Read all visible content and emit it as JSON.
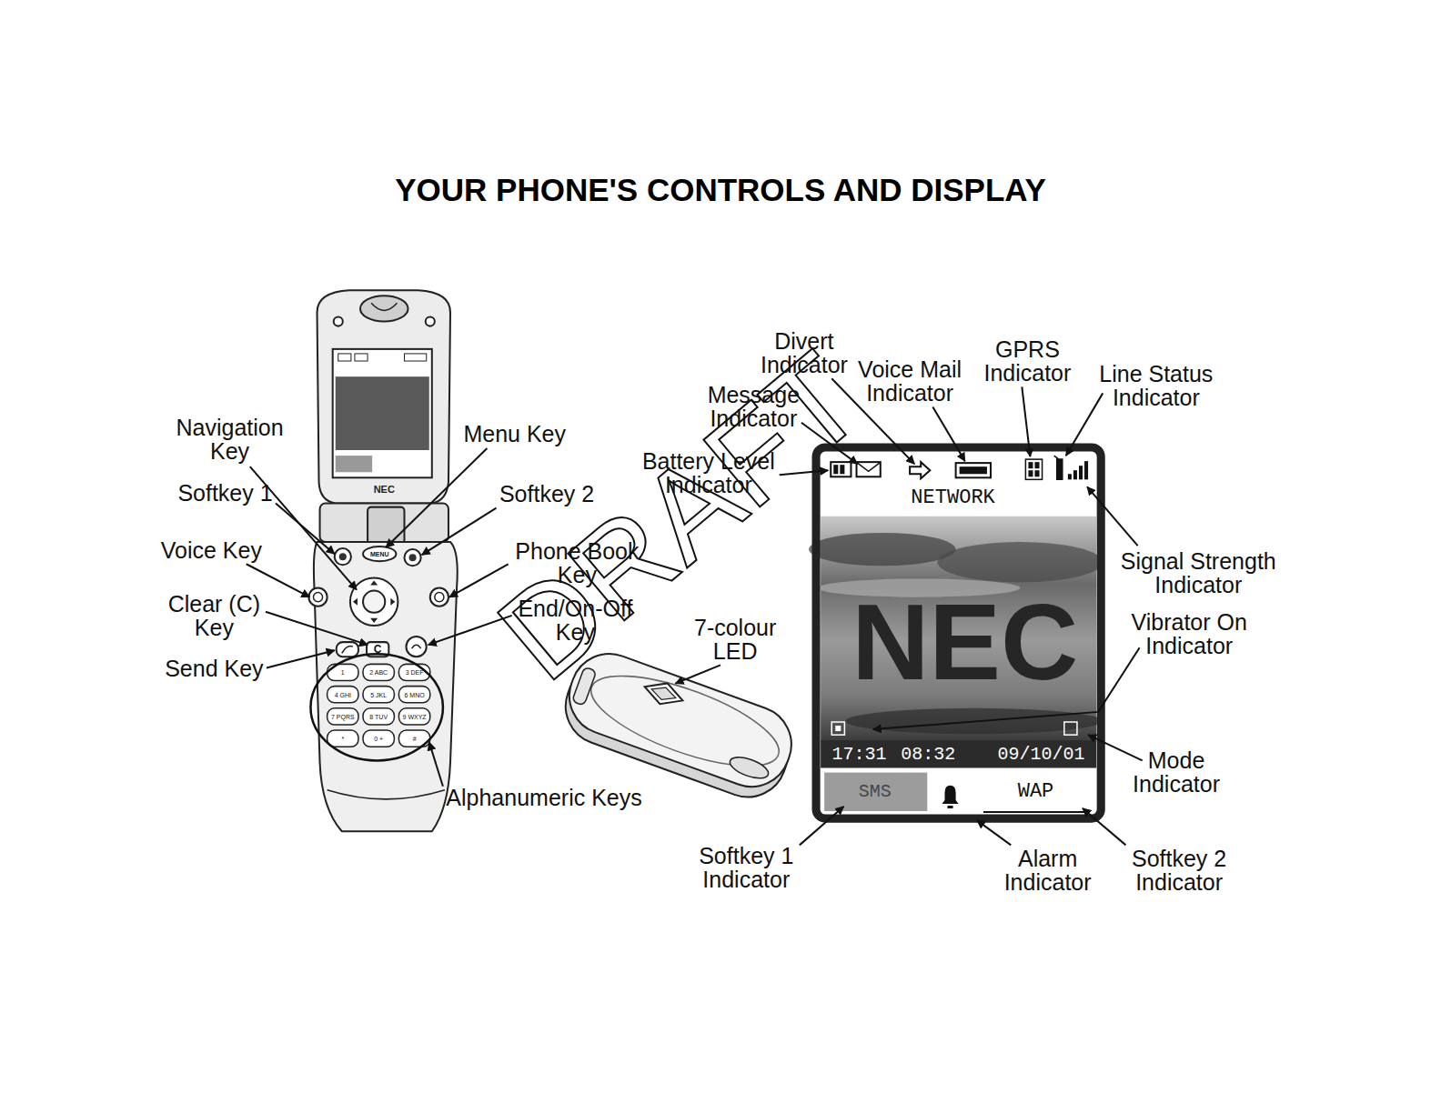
{
  "diagram": {
    "title": "YOUR PHONE'S CONTROLS AND DISPLAY",
    "labels": [
      "Navigation Key",
      "Softkey 1",
      "Voice Key",
      "Clear (C) Key",
      "Send Key",
      "Menu Key",
      "Softkey 2",
      "Phone Book Key",
      "End/On-Off Key",
      "Alphanumeric Keys",
      "7-colour LED",
      "Divert Indicator",
      "Voice Mail Indicator",
      "GPRS Indicator",
      "Line Status Indicator",
      "Message Indicator",
      "Battery Level Indicator",
      "Signal Strength Indicator",
      "Vibrator On Indicator",
      "Mode Indicator",
      "Softkey 1 Indicator",
      "Alarm Indicator",
      "Softkey 2 Indicator",
      "NETWORK",
      "NEC",
      "17:31",
      "08:32",
      "09/10/01",
      "SMS",
      "WAP",
      "DRAFT",
      "NEC",
      "MENU",
      "C",
      "1",
      "2 ABC",
      "3 DEF",
      "4 GHI",
      "5 JKL",
      "6 MNO",
      "7 PQRS",
      "8 TUV",
      "9 WXYZ",
      "*",
      "0 +",
      "#"
    ]
  }
}
